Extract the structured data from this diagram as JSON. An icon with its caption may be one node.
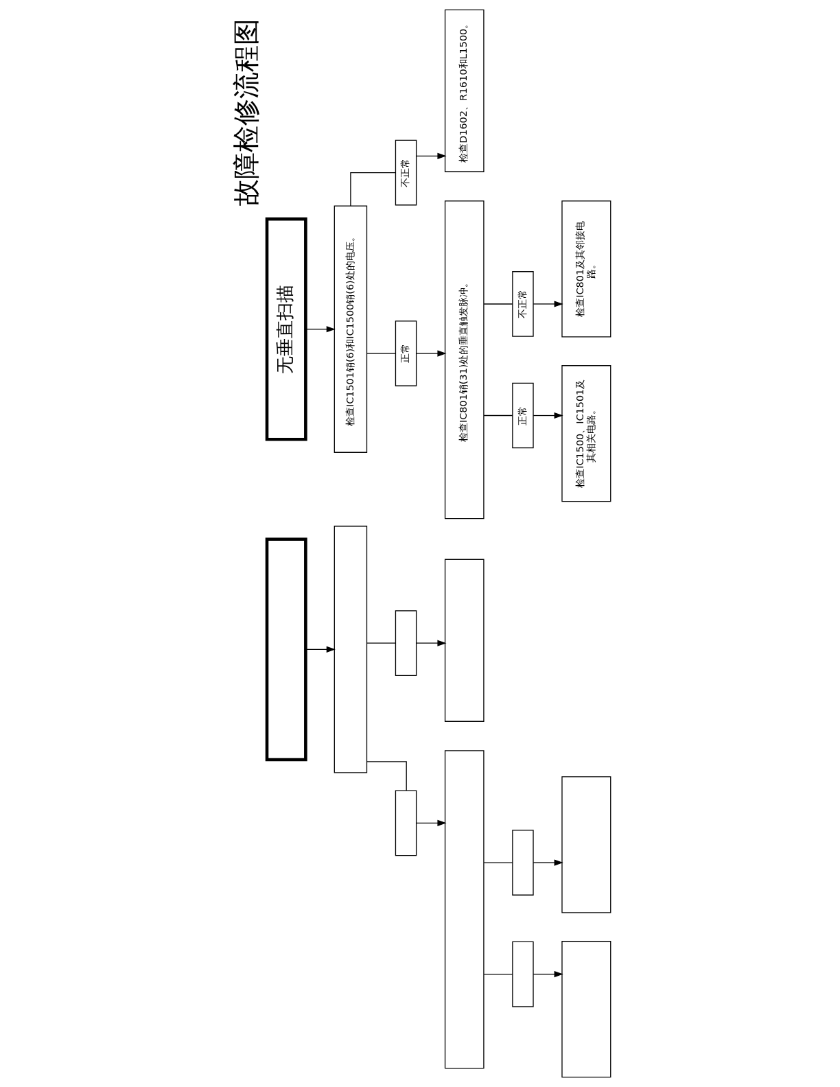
{
  "diagram": {
    "title": "故障检修流程图",
    "nodes": [
      {
        "text": [
          "无垂直扫描"
        ]
      },
      {
        "text": [
          "检查IC1501销(6)和IC1500销(6)处的电压。"
        ]
      },
      {
        "text": [
          "正常"
        ]
      },
      {
        "text": [
          "不正常"
        ]
      },
      {
        "text": [
          "检查IC801销(31)处的垂直触发脉冲。"
        ]
      },
      {
        "text": [
          "检查D1602、R1610和L1500。"
        ]
      },
      {
        "text": [
          "正常"
        ]
      },
      {
        "text": [
          "不正常"
        ]
      },
      {
        "text": [
          "检查IC1500、IC1501及其相关电路。"
        ]
      },
      {
        "text": [
          "检查IC801及其邻接电路。"
        ]
      },
      {
        "text": [],
        "shape": "box"
      },
      {
        "text": [],
        "shape": "box"
      },
      {
        "text": [],
        "shape": "box"
      },
      {
        "text": [],
        "shape": "box"
      },
      {
        "text": [],
        "shape": "box"
      },
      {
        "text": [],
        "shape": "box"
      },
      {
        "text": [],
        "shape": "box"
      },
      {
        "text": [],
        "shape": "box"
      },
      {
        "text": [],
        "shape": "box"
      },
      {
        "text": [],
        "shape": "box"
      }
    ],
    "edges": [
      {
        "from": 0,
        "to": 1,
        "arrow": "to"
      },
      {
        "from": 1,
        "to": 2,
        "arrow": "none"
      },
      {
        "from": 2,
        "to": 4,
        "arrow": "to"
      },
      {
        "from": 1,
        "to": 3,
        "arrow": "none"
      },
      {
        "from": 3,
        "to": 5,
        "arrow": "to"
      },
      {
        "from": 4,
        "to": 6,
        "arrow": "none"
      },
      {
        "from": 6,
        "to": 8,
        "arrow": "to"
      },
      {
        "from": 4,
        "to": 7,
        "arrow": "none"
      },
      {
        "from": 7,
        "to": 9,
        "arrow": "to"
      },
      {
        "from": 10,
        "to": 11,
        "arrow": "to"
      },
      {
        "from": 11,
        "to": 12,
        "arrow": "none"
      },
      {
        "from": 12,
        "to": 14,
        "arrow": "to"
      },
      {
        "from": 11,
        "to": 13,
        "arrow": "none"
      },
      {
        "from": 13,
        "to": 15,
        "arrow": "to"
      },
      {
        "from": 14,
        "to": 16,
        "arrow": "none"
      },
      {
        "from": 16,
        "to": 18,
        "arrow": "to"
      },
      {
        "from": 14,
        "to": 17,
        "arrow": "none"
      },
      {
        "from": 17,
        "to": 19,
        "arrow": "to"
      }
    ]
  }
}
